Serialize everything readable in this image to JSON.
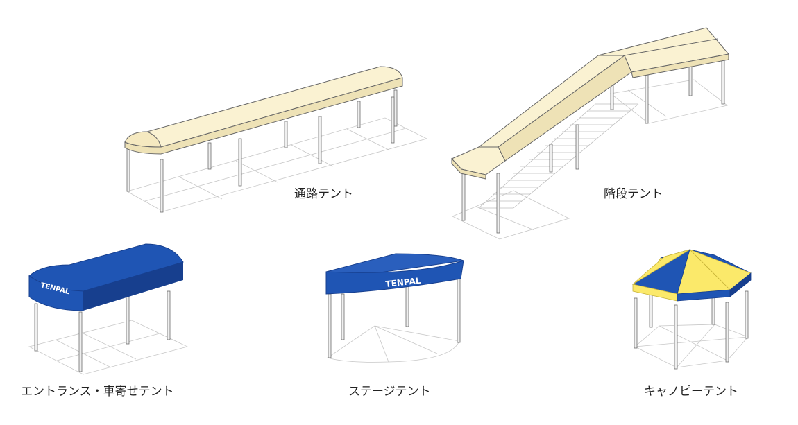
{
  "tents": [
    {
      "label": "通路テント"
    },
    {
      "label": "階段テント"
    },
    {
      "label": "エントランス・車寄せテント",
      "brand": "TENPAL"
    },
    {
      "label": "ステージテント",
      "brand": "TENPAL"
    },
    {
      "label": "キャノピーテント"
    }
  ],
  "colors": {
    "canvas_cream": "#faf2d2",
    "canvas_cream_shade": "#eee2b6",
    "canvas_blue": "#1f55b4",
    "canvas_blue_dark": "#173f8e",
    "canvas_yellow": "#fbe96a",
    "pole": "#e9e9e9",
    "floor_line": "#c9c9c9"
  }
}
